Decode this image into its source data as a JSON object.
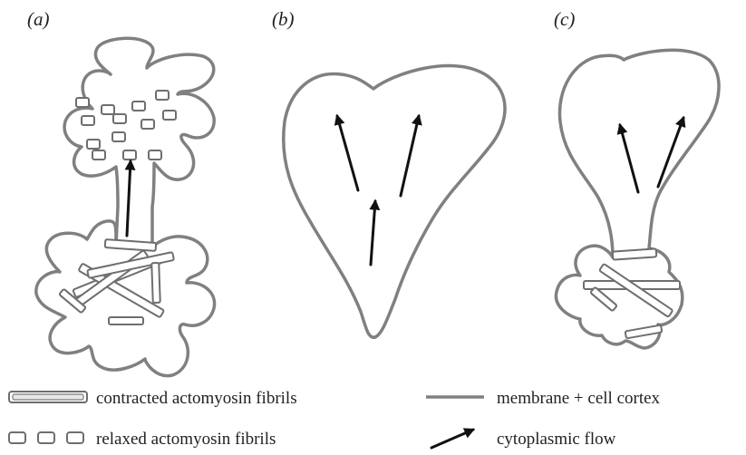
{
  "panels": [
    {
      "label": "(a)"
    },
    {
      "label": "(b)"
    },
    {
      "label": "(c)"
    }
  ],
  "legend": {
    "contracted": "contracted actomyosin fibrils",
    "relaxed": "relaxed actomyosin fibrils",
    "membrane": "membrane + cell cortex",
    "flow": "cytoplasmic flow"
  },
  "colors": {
    "membrane": "#808080",
    "fibril": "#6e6e6e",
    "arrow": "#111111"
  }
}
